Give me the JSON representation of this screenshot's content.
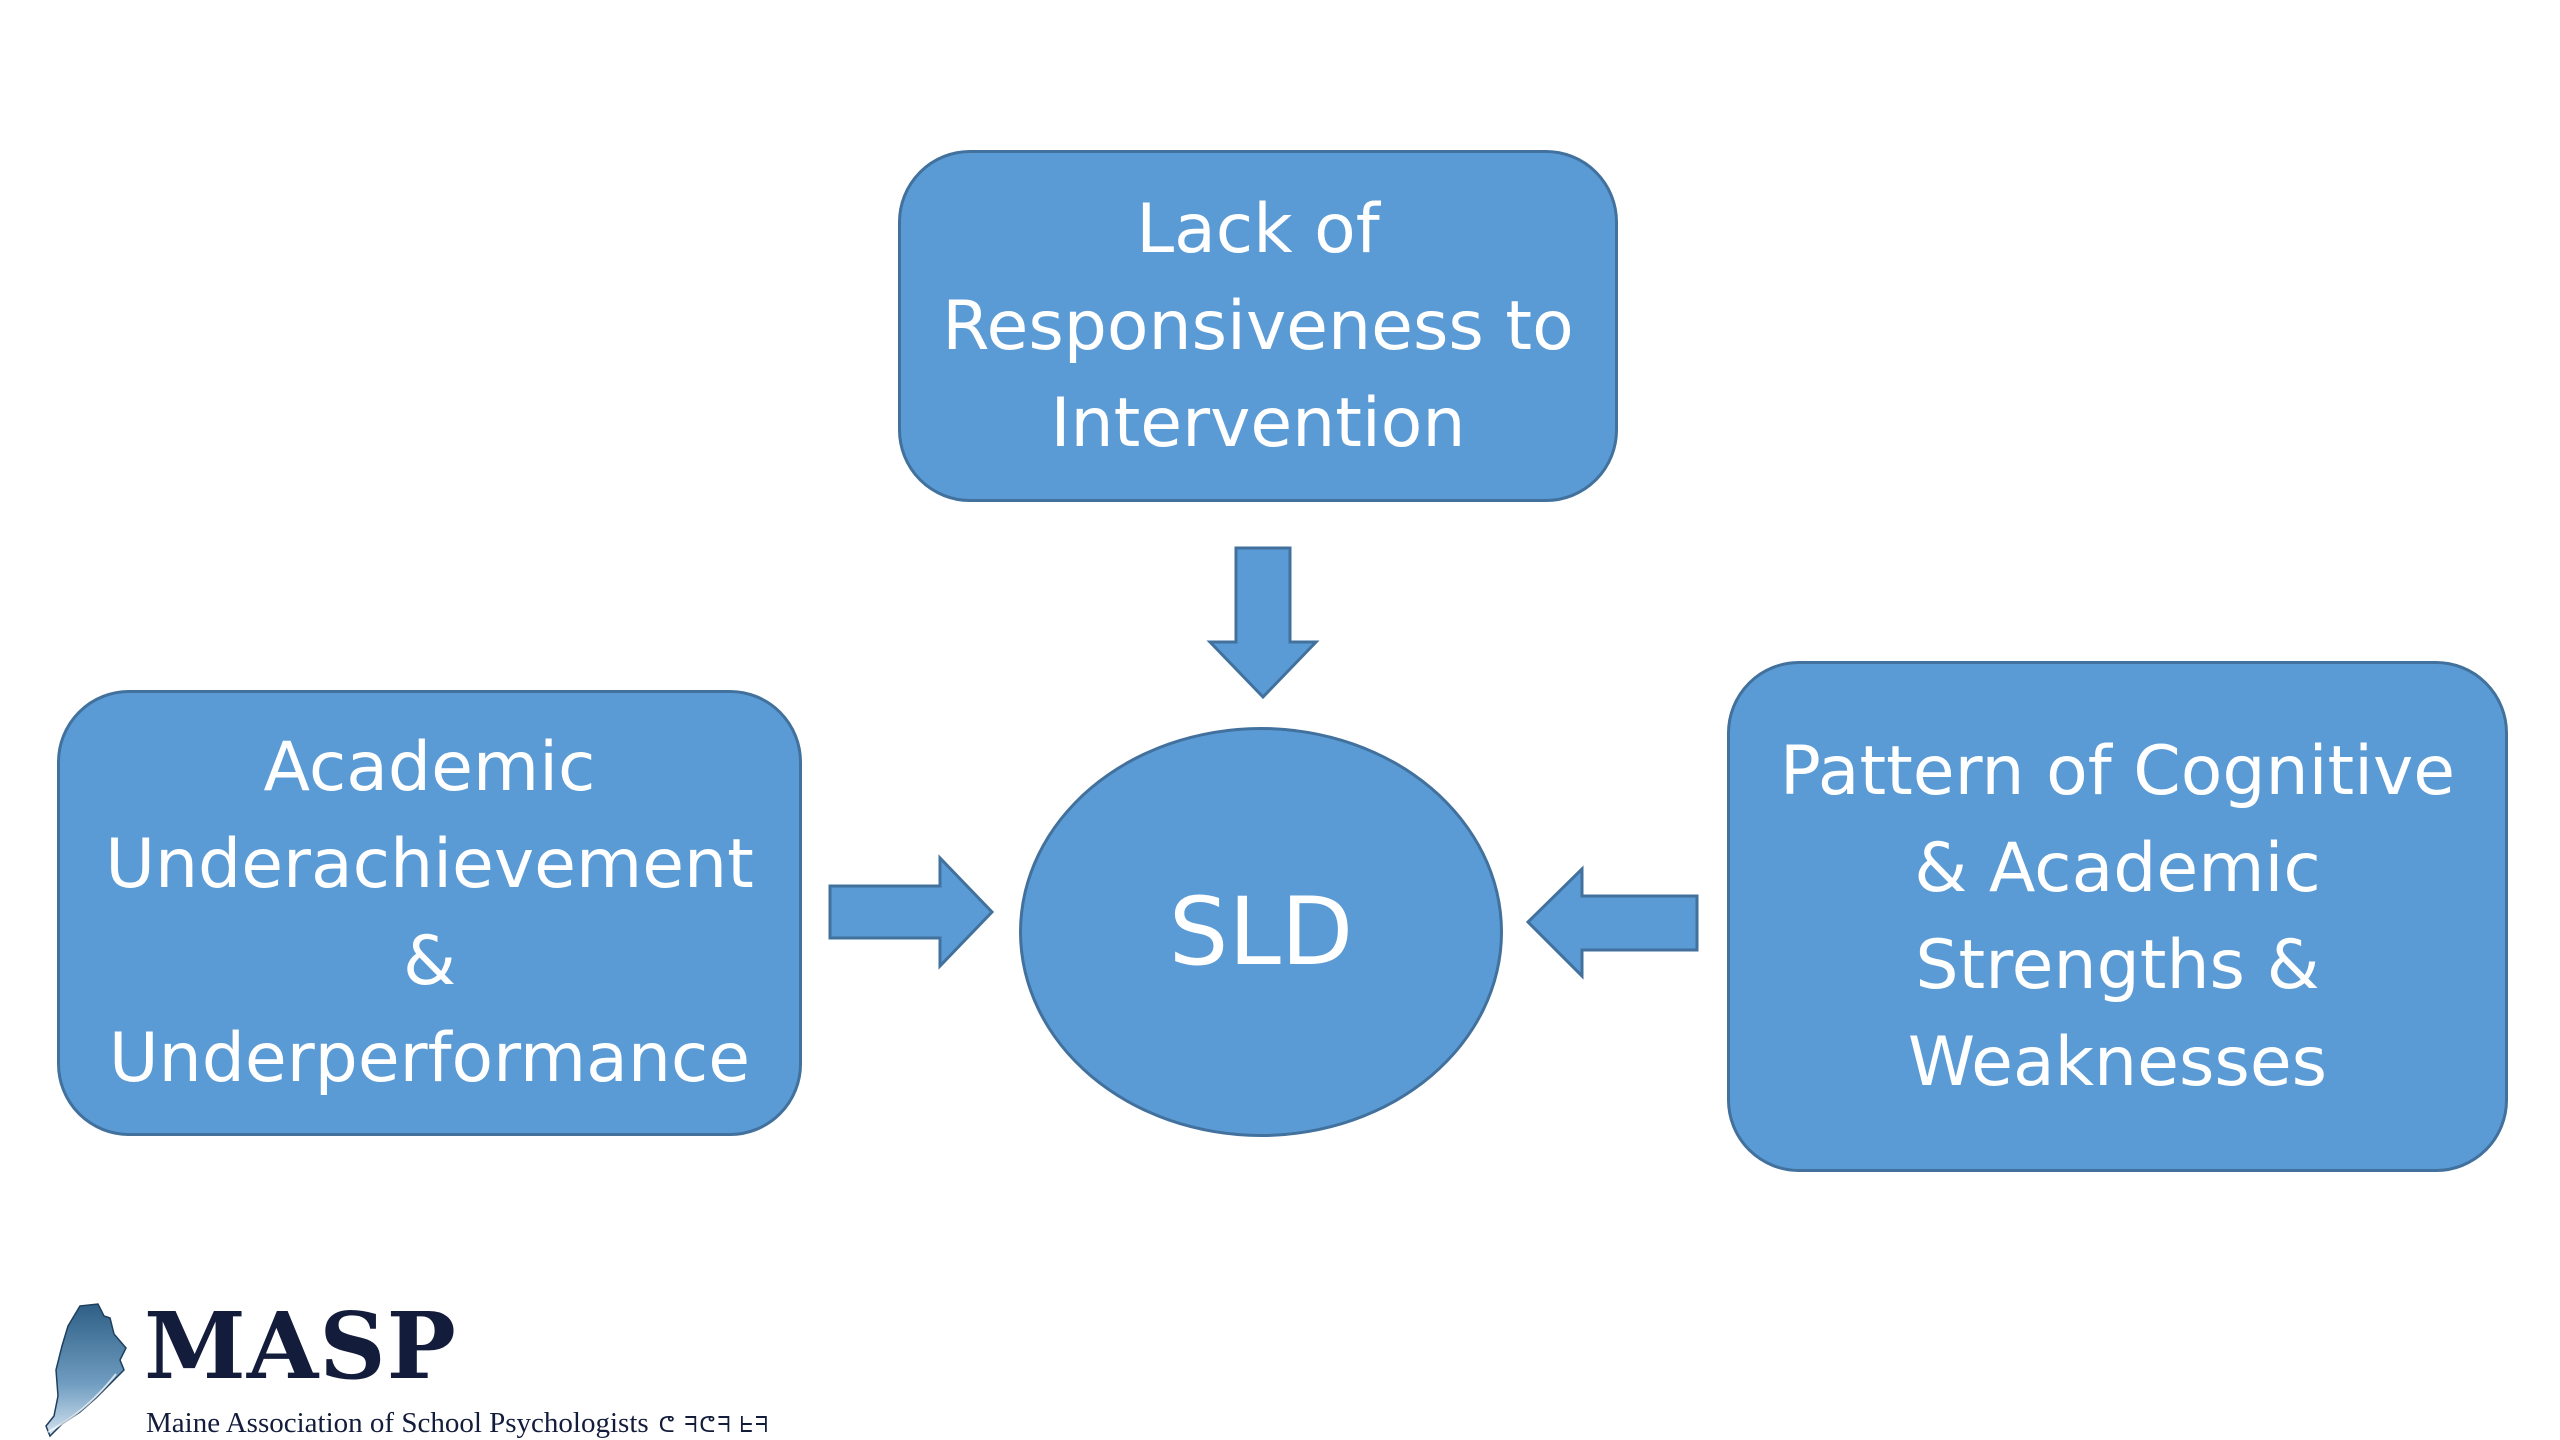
{
  "diagram": {
    "top_box": {
      "lines": [
        "Lack of",
        "Responsiveness to",
        "Intervention"
      ]
    },
    "left_box": {
      "lines": [
        "Academic",
        "Underachievement",
        "&",
        "Underperformance"
      ]
    },
    "right_box": {
      "lines": [
        "Pattern of Cognitive",
        "& Academic",
        "Strengths &",
        "Weaknesses"
      ]
    },
    "center": {
      "label": "SLD"
    },
    "colors": {
      "fill": "#5b9bd5",
      "outline": "#41719c",
      "text": "#ffffff"
    }
  },
  "logo": {
    "title": "MASP",
    "subtitle": "Maine Association of School Psychologists",
    "glyphs": "ᕦ ᖷᕦᖷ ᖶᖷ"
  }
}
